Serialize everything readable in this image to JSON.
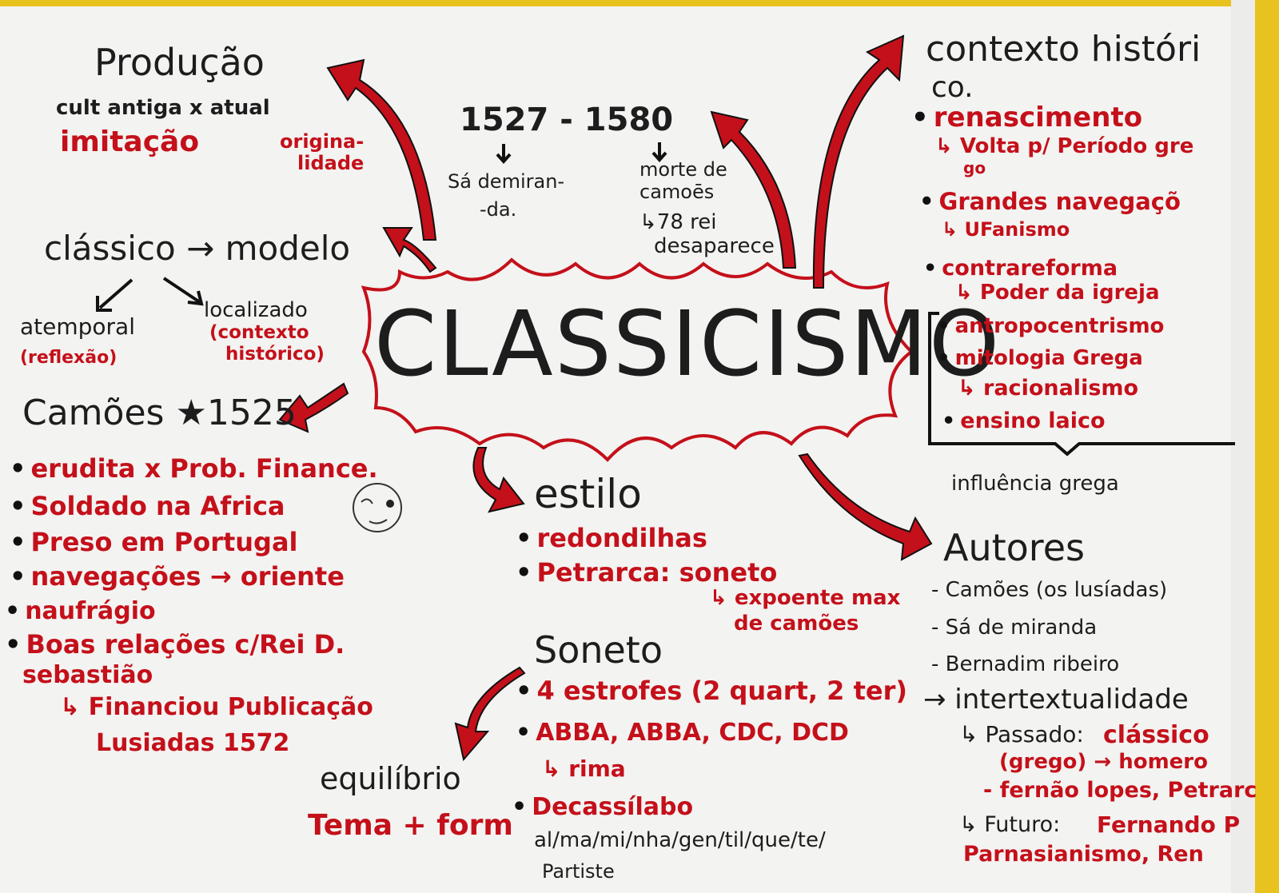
{
  "title": "CLASSICISMO",
  "dates": {
    "range": "1527 - 1580",
    "start_label_1": "Sá demiran-",
    "start_label_2": "-da.",
    "end_label_1": "morte de",
    "end_label_2": "camoēs",
    "end_label_3": "↳78 rei",
    "end_label_4": "desaparece"
  },
  "producao": {
    "heading": "Produção",
    "line": "cult antiga x atual",
    "left": "imitação",
    "right_1": "origina-",
    "right_2": "lidade"
  },
  "classico": {
    "heading": "clássico → modelo",
    "a_label": "atemporal",
    "a_sub": "(reflexão)",
    "b_label": "localizado",
    "b_sub_1": "(contexto",
    "b_sub_2": "histórico)"
  },
  "camoes": {
    "heading": "Camões ★1525",
    "items": [
      "erudita x Prob. Finance.",
      "Soldado na Africa",
      "Preso em Portugal",
      "navegações → oriente",
      "naufrágio",
      "Boas relações c/Rei D.",
      "sebastião"
    ],
    "sub_1": "↳ Financiou Publicação",
    "sub_2": "Lusiadas 1572"
  },
  "contexto": {
    "heading_1": "contexto históri",
    "heading_2": "co.",
    "items": [
      {
        "text": "renascimento",
        "sub": "↳ Volta p/ Período gre",
        "sub2": "go"
      },
      {
        "text": "Grandes navegaçõ",
        "sub": "↳ UFanismo"
      },
      {
        "text": "contrareforma",
        "sub": "↳ Poder da igreja"
      },
      {
        "text": "antropocentrismo"
      },
      {
        "text": "mitologia Grega",
        "sub": "↳ racionalismo"
      },
      {
        "text": "ensino laico"
      }
    ],
    "bracket_label": "influência grega"
  },
  "estilo": {
    "heading": "estilo",
    "items": [
      "redondilhas",
      "Petrarca: soneto"
    ],
    "sub_1": "↳ expoente max",
    "sub_2": "de camões"
  },
  "soneto": {
    "heading": "Soneto",
    "items": [
      "4 estrofes (2 quart, 2 ter)",
      "ABBA, ABBA, CDC, DCD",
      "Decassílabo"
    ],
    "rima": "↳ rima",
    "scansion": "al/ma/mi/nha/gen/til/que/te/",
    "scansion_2": "Partiste"
  },
  "equilibrio": {
    "heading": "equilíbrio",
    "sub": "Tema + form"
  },
  "autores": {
    "heading": "Autores",
    "items": [
      "- Camões (os lusíadas)",
      "- Sá de miranda",
      "- Bernadim ribeiro"
    ],
    "intertext": "→ intertextualidade",
    "passado": "↳ Passado:",
    "passado_val": "clássico",
    "passado_2": "(grego) → homero",
    "passado_3": "- fernão lopes, Petrarc",
    "futuro": "↳ Futuro:",
    "futuro_val": "Fernando P",
    "futuro_2": "Parnasianismo, Ren"
  },
  "colors": {
    "red": "#c4101a",
    "ink": "#1d1d1d",
    "paper": "#f3f3f1",
    "background": "#e8c21e"
  }
}
